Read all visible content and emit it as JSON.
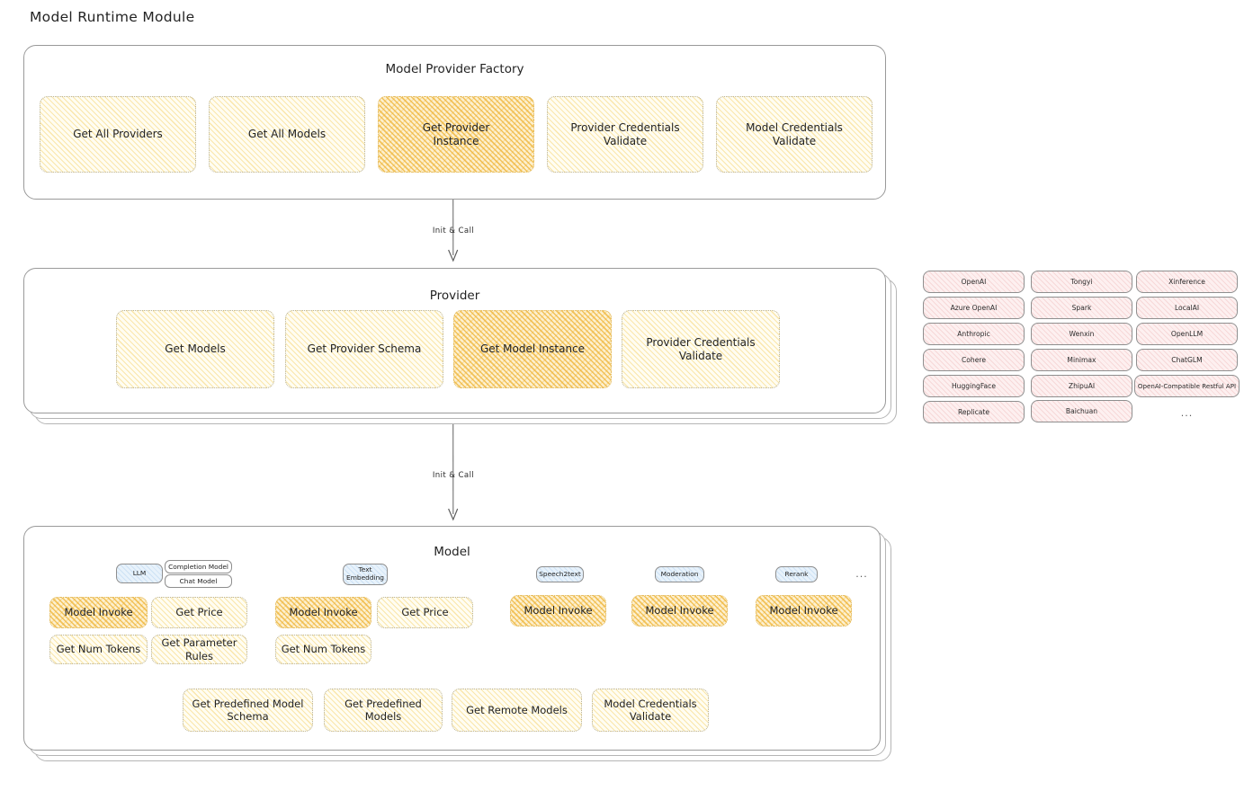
{
  "title": "Model Runtime Module",
  "sections": {
    "factory": {
      "title": "Model Provider Factory",
      "boxes": [
        {
          "label": "Get All Providers",
          "highlight": false
        },
        {
          "label": "Get All Models",
          "highlight": false
        },
        {
          "label": "Get Provider\nInstance",
          "highlight": true
        },
        {
          "label": "Provider Credentials\nValidate",
          "highlight": false
        },
        {
          "label": "Model Credentials\nValidate",
          "highlight": false
        }
      ]
    },
    "provider": {
      "title": "Provider",
      "boxes": [
        {
          "label": "Get Models",
          "highlight": false
        },
        {
          "label": "Get Provider Schema",
          "highlight": false
        },
        {
          "label": "Get Model Instance",
          "highlight": true
        },
        {
          "label": "Provider Credentials\nValidate",
          "highlight": false
        }
      ]
    },
    "model": {
      "title": "Model",
      "groups": [
        {
          "badge": "LLM",
          "sub_badges": [
            "Completion Model",
            "Chat Model"
          ],
          "boxes": [
            {
              "label": "Model Invoke",
              "highlight": true
            },
            {
              "label": "Get Price",
              "highlight": false
            },
            {
              "label": "Get Num Tokens",
              "highlight": false
            },
            {
              "label": "Get Parameter\nRules",
              "highlight": false
            }
          ]
        },
        {
          "badge": "Text\nEmbedding",
          "sub_badges": [],
          "boxes": [
            {
              "label": "Model Invoke",
              "highlight": true
            },
            {
              "label": "Get Price",
              "highlight": false
            },
            {
              "label": "Get Num Tokens",
              "highlight": false
            }
          ]
        },
        {
          "badge": "Speech2text",
          "sub_badges": [],
          "boxes": [
            {
              "label": "Model Invoke",
              "highlight": true
            }
          ]
        },
        {
          "badge": "Moderation",
          "sub_badges": [],
          "boxes": [
            {
              "label": "Model Invoke",
              "highlight": true
            }
          ]
        },
        {
          "badge": "Rerank",
          "sub_badges": [],
          "boxes": [
            {
              "label": "Model Invoke",
              "highlight": true
            }
          ]
        }
      ],
      "more_mark": "...",
      "common_boxes": [
        {
          "label": "Get Predefined Model\nSchema"
        },
        {
          "label": "Get Predefined\nModels"
        },
        {
          "label": "Get Remote Models"
        },
        {
          "label": "Model Credentials\nValidate"
        }
      ]
    }
  },
  "arrows": [
    {
      "label": "Init & Call"
    },
    {
      "label": "Init & Call"
    }
  ],
  "provider_list": {
    "columns": [
      {
        "items": [
          "OpenAI",
          "Azure OpenAI",
          "Anthropic",
          "Cohere",
          "HuggingFace",
          "Replicate"
        ]
      },
      {
        "items": [
          "Tongyi",
          "Spark",
          "Wenxin",
          "Minimax",
          "ZhipuAI",
          "Baichuan"
        ]
      },
      {
        "items": [
          "Xinference",
          "LocalAI",
          "OpenLLM",
          "ChatGLM",
          "OpenAI-Compatible Restful API"
        ]
      }
    ],
    "more_mark": "..."
  },
  "colors": {
    "highlight_fill": "#fdf0cf",
    "box_fill": "#fffdf2",
    "pill_fill": "#fdf0f0",
    "badge_fill": "#e8f2fb",
    "border": "#9a9a9a"
  }
}
